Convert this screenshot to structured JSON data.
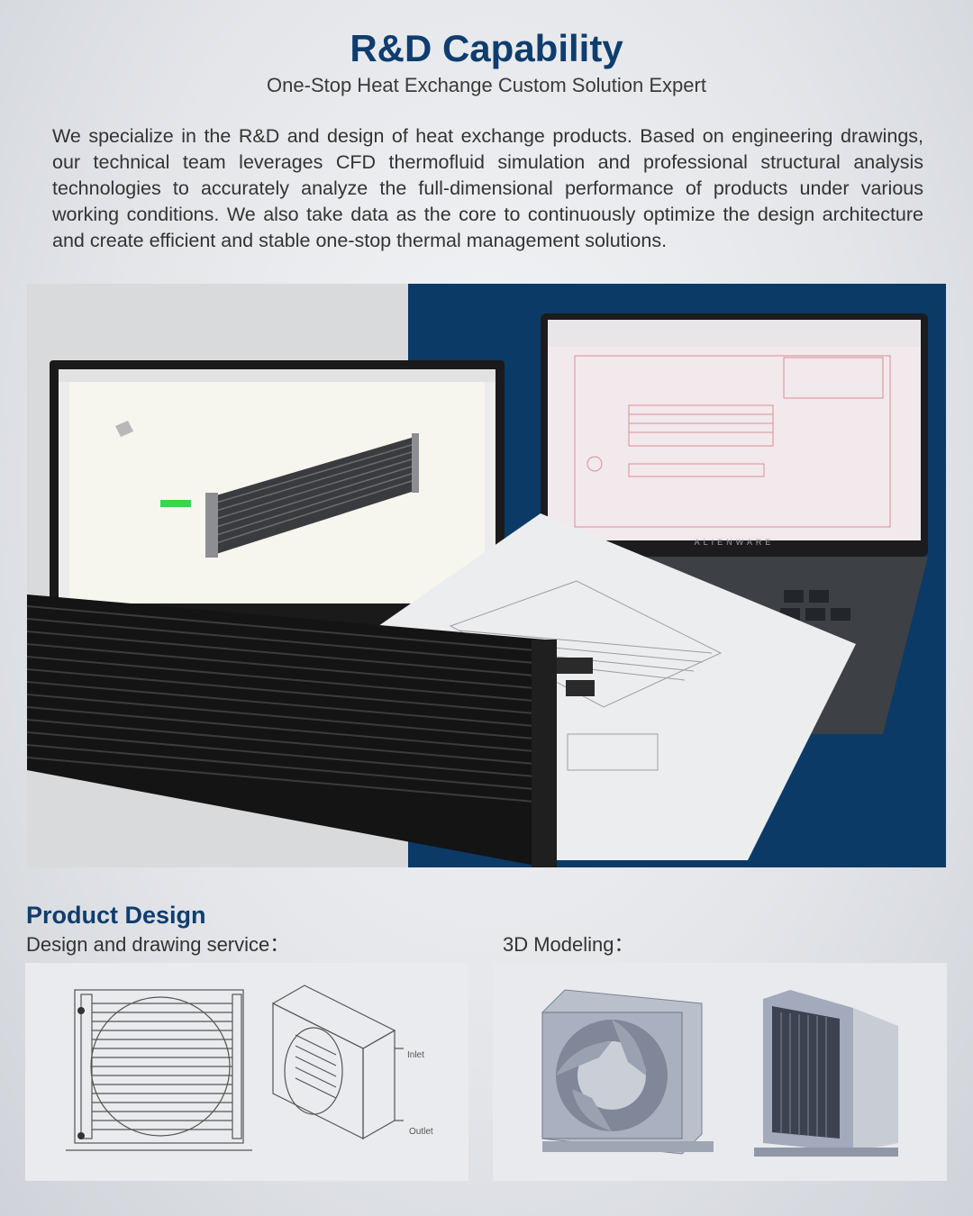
{
  "header": {
    "title": "R&D Capability",
    "subtitle": "One-Stop Heat Exchange Custom Solution Expert"
  },
  "intro": {
    "text": "We specialize in the R&D and design of heat exchange products. Based on engineering drawings, our technical team leverages CFD thermofluid simulation and professional structural analysis technologies to accurately analyze the full-dimensional performance of products under various working conditions. We also take data as the core to continuously optimize the design architecture and create efficient and stable one-stop thermal management solutions."
  },
  "photo": {
    "laptop_brand": "ALIENWARE"
  },
  "product_design": {
    "title": "Product Design",
    "drawing_caption": "Design and drawing service：",
    "modeling_caption": "3D Modeling：",
    "inlet_label": "Inlet",
    "outlet_label": "Outlet"
  },
  "colors": {
    "brand_blue": "#0f3d6e",
    "navy_background": "#0c3a66"
  }
}
